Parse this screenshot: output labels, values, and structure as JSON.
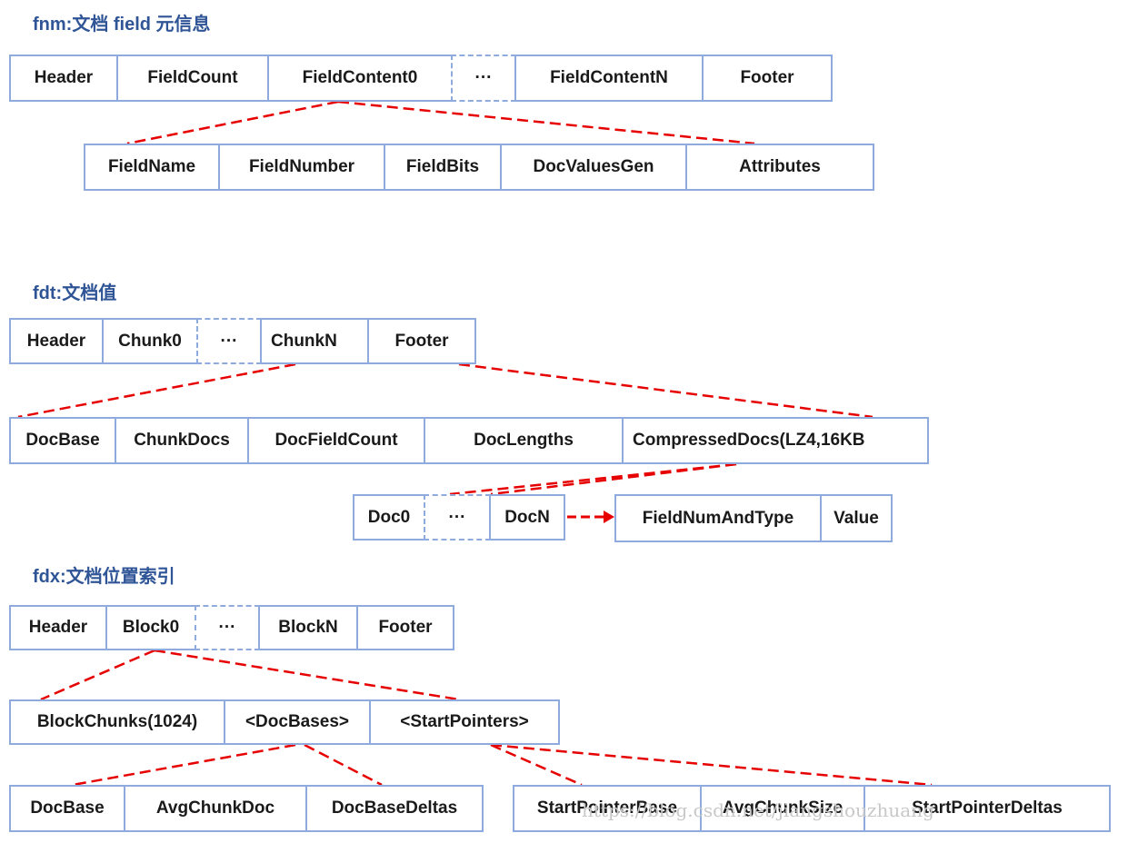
{
  "titles": {
    "fnm": "fnm:文档 field 元信息",
    "fdt": "fdt:文档值",
    "fdx": "fdx:文档位置索引"
  },
  "fnm": {
    "top": [
      "Header",
      "FieldCount",
      "FieldContent0",
      "···",
      "FieldContentN",
      "Footer"
    ],
    "content": [
      "FieldName",
      "FieldNumber",
      "FieldBits",
      "DocValuesGen",
      "Attributes"
    ]
  },
  "fdt": {
    "top": [
      "Header",
      "Chunk0",
      "···",
      "ChunkN",
      "Footer"
    ],
    "chunk": [
      "DocBase",
      "ChunkDocs",
      "DocFieldCount",
      "DocLengths",
      "CompressedDocs(LZ4,16KB"
    ],
    "docs": [
      "Doc0",
      "···",
      "DocN"
    ],
    "doc_fields": [
      "FieldNumAndType",
      "Value"
    ]
  },
  "fdx": {
    "top": [
      "Header",
      "Block0",
      "···",
      "BlockN",
      "Footer"
    ],
    "block": [
      "BlockChunks(1024)",
      "<DocBases>",
      "<StartPointers>"
    ],
    "docbases": [
      "DocBase",
      "AvgChunkDoc",
      "DocBaseDeltas"
    ],
    "startpointers": [
      "StartPointerBase",
      "AvgChunkSize",
      "StartPointerDeltas"
    ]
  },
  "watermark": "https://blog.csdn.net/jiangshouzhuang",
  "colors": {
    "title": "#2f5597",
    "border": "#8faadc",
    "connector": "#e60000"
  }
}
